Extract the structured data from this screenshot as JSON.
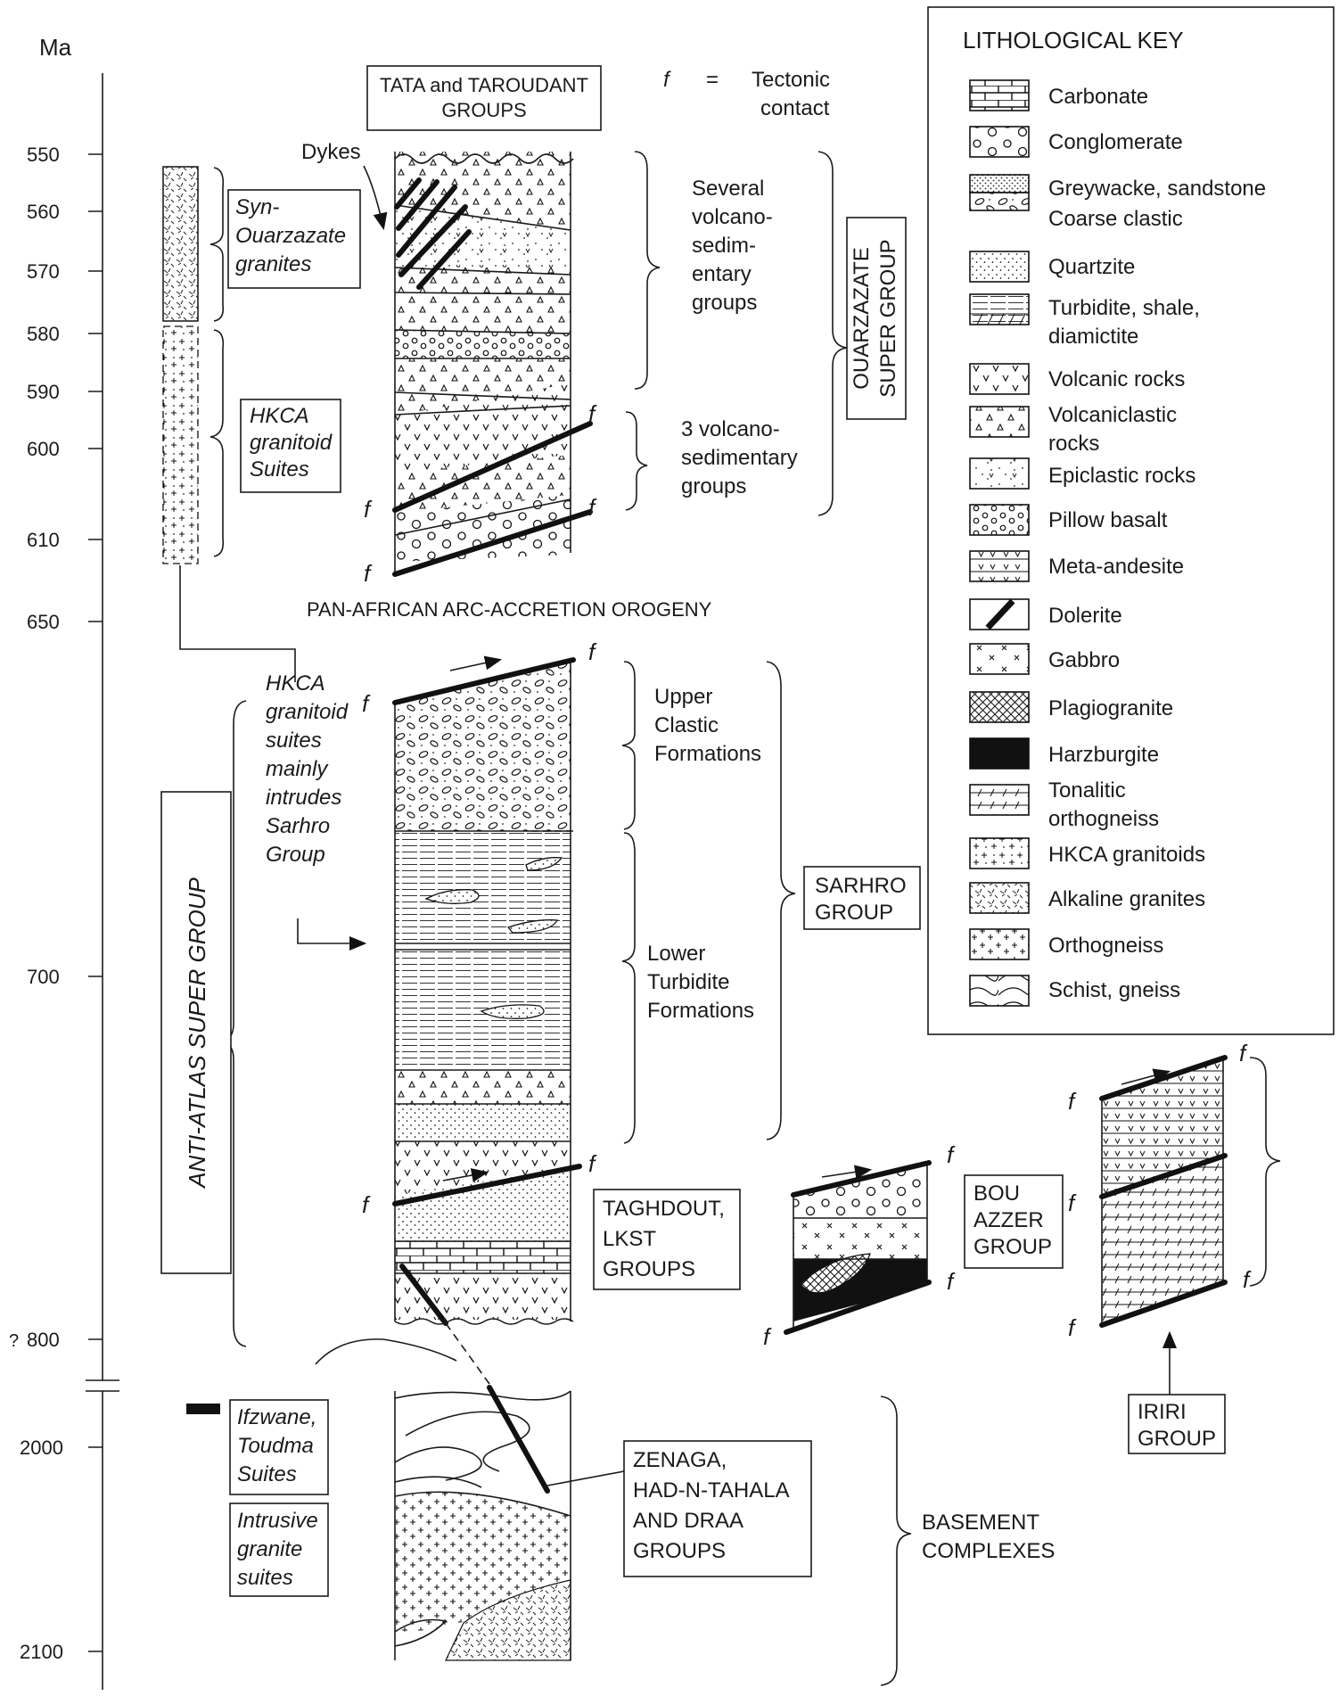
{
  "axis": {
    "unit": "Ma",
    "ticks_upper": [
      "550",
      "560",
      "570",
      "580",
      "590",
      "600",
      "610",
      "650",
      "700",
      "800"
    ],
    "ticks_lower": [
      "2000",
      "2100"
    ],
    "query": "?"
  },
  "legend": {
    "title": "LITHOLOGICAL KEY",
    "items": [
      {
        "label": "Carbonate",
        "pattern": "brick"
      },
      {
        "label": "Conglomerate",
        "pattern": "circles"
      },
      {
        "label": "Greywacke, sandstone",
        "pattern": "dots-dense"
      },
      {
        "label": "Coarse clastic",
        "pattern": "ovals"
      },
      {
        "label": "Quartzite",
        "pattern": "dots"
      },
      {
        "label": "Turbidite, shale,",
        "label2": "diamictite",
        "pattern": "hlines"
      },
      {
        "label": "Volcanic rocks",
        "pattern": "v"
      },
      {
        "label": "Volcaniclastic",
        "label2": "rocks",
        "pattern": "triangles"
      },
      {
        "label": "Epiclastic rocks",
        "pattern": "dots-v"
      },
      {
        "label": "Pillow basalt",
        "pattern": "circles-small"
      },
      {
        "label": "Meta-andesite",
        "pattern": "v-lines"
      },
      {
        "label": "Dolerite",
        "pattern": "slash"
      },
      {
        "label": "Gabbro",
        "pattern": "x"
      },
      {
        "label": "Plagiogranite",
        "pattern": "cross-hatch"
      },
      {
        "label": "Harzburgite",
        "pattern": "solid"
      },
      {
        "label": "Tonalitic",
        "label2": "orthogneiss",
        "pattern": "dashes"
      },
      {
        "label": "HKCA granitoids",
        "pattern": "plus-dots"
      },
      {
        "label": "Alkaline granites",
        "pattern": "ticks"
      },
      {
        "label": "Orthogneiss",
        "pattern": "plus"
      },
      {
        "label": "Schist, gneiss",
        "pattern": "waves"
      }
    ]
  },
  "labels": {
    "tata": [
      "TATA and TAROUDANT",
      "GROUPS"
    ],
    "tectonic": [
      "f",
      "=",
      "Tectonic",
      "contact"
    ],
    "dykes": "Dykes",
    "syn_ouarzazate": [
      "Syn-",
      "Ouarzazate",
      "granites"
    ],
    "hkca_suites": [
      "HKCA",
      "granitoid",
      "Suites"
    ],
    "several": [
      "Several",
      "volcano-",
      "sedim-",
      "entary",
      "groups"
    ],
    "three_volcano": [
      "3 volcano-",
      "sedimentary",
      "groups"
    ],
    "ouarzazate_super": [
      "OUARZAZATE",
      "SUPER GROUP"
    ],
    "pan_african": "PAN-AFRICAN ARC-ACCRETION OROGENY",
    "hkca_intrudes": [
      "HKCA",
      "granitoid",
      "suites",
      "mainly",
      "intrudes",
      "Sarhro",
      "Group"
    ],
    "upper_clastic": [
      "Upper",
      "Clastic",
      "Formations"
    ],
    "lower_turbidite": [
      "Lower",
      "Turbidite",
      "Formations"
    ],
    "sarhro": [
      "SARHRO",
      "GROUP"
    ],
    "anti_atlas": "ANTI-ATLAS SUPER GROUP",
    "taghdout": [
      "TAGHDOUT,",
      "LKST",
      "GROUPS"
    ],
    "bou_azzer": [
      "BOU",
      "AZZER",
      "GROUP"
    ],
    "iriri": [
      "IRIRI",
      "GROUP"
    ],
    "ifzwane": [
      "Ifzwane,",
      "Toudma",
      "Suites"
    ],
    "intrusive": [
      "Intrusive",
      "granite",
      "suites"
    ],
    "zenaga": [
      "ZENAGA,",
      "HAD-N-TAHALA",
      "AND DRAA",
      "GROUPS"
    ],
    "basement": [
      "BASEMENT",
      "COMPLEXES"
    ],
    "fault": "f"
  }
}
